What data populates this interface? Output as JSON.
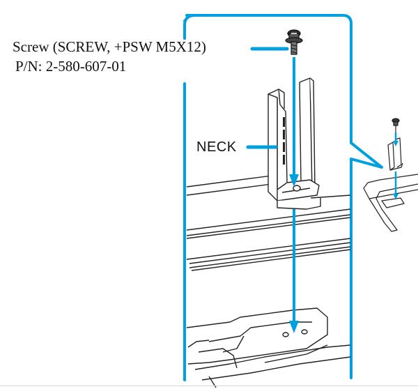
{
  "figure": {
    "screw_callout": {
      "line1": "Screw (SCREW, +PSW M5X12)",
      "line2": "P/N: 2-580-607-01"
    },
    "neck_callout": {
      "label": "NECK"
    }
  },
  "colors": {
    "accent": "#00a0e0",
    "line_art": "#222222",
    "background": "#ffffff"
  },
  "icons": {
    "screw": "screw-icon",
    "bracket": "neck-bracket"
  }
}
